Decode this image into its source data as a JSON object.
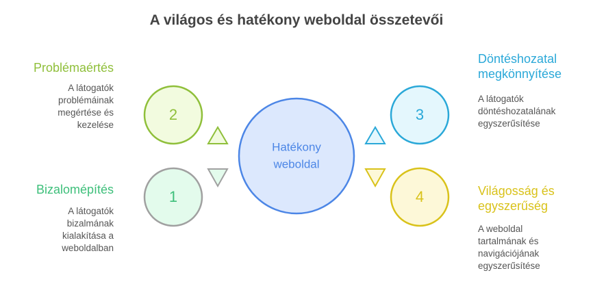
{
  "title": "A világos és hatékony weboldal összetevői",
  "center": {
    "line1": "Hatékony",
    "line2": "weboldal"
  },
  "items": [
    {
      "number": "2",
      "heading": [
        "Problémaértés"
      ],
      "desc": [
        "A látogatók",
        "problémáinak",
        "megértése és",
        "kezelése"
      ],
      "color": "#8fbf3a"
    },
    {
      "number": "1",
      "heading": [
        "Bizalomépítés"
      ],
      "desc": [
        "A látogatók",
        "bizalmának",
        "kialakítása a",
        "weboldalban"
      ],
      "color": "#3dbf7a"
    },
    {
      "number": "3",
      "heading": [
        "Döntéshozatal",
        "megkönnyítése"
      ],
      "desc": [
        "A látogatók",
        "döntéshozatalának",
        "egyszerűsítése"
      ],
      "color": "#2aa8d8"
    },
    {
      "number": "4",
      "heading": [
        "Világosság és",
        "egyszerűség"
      ],
      "desc": [
        "A weboldal",
        "tartalmának és",
        "navigációjának",
        "egyszerűsítése"
      ],
      "color": "#d9c21a"
    }
  ]
}
